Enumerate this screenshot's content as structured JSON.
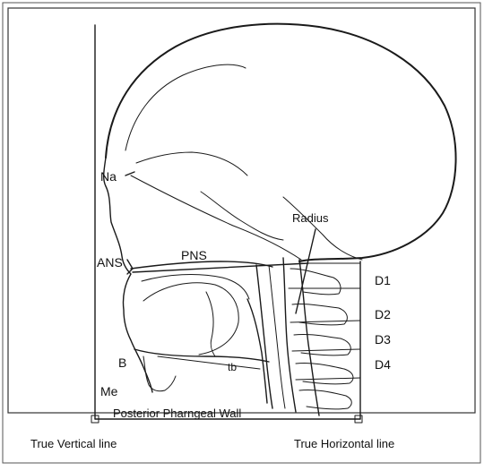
{
  "labels": {
    "na": "Na",
    "ans": "ANS",
    "pns": "PNS",
    "radius": "Radius",
    "d1": "D1",
    "d2": "D2",
    "d3": "D3",
    "d4": "D4",
    "b": "B",
    "tb": "tb",
    "me": "Me",
    "posterior_wall": "Posterior Pharngeal Wall",
    "true_vertical": "True Vertical line",
    "true_horizontal": "True Horizontal line"
  }
}
